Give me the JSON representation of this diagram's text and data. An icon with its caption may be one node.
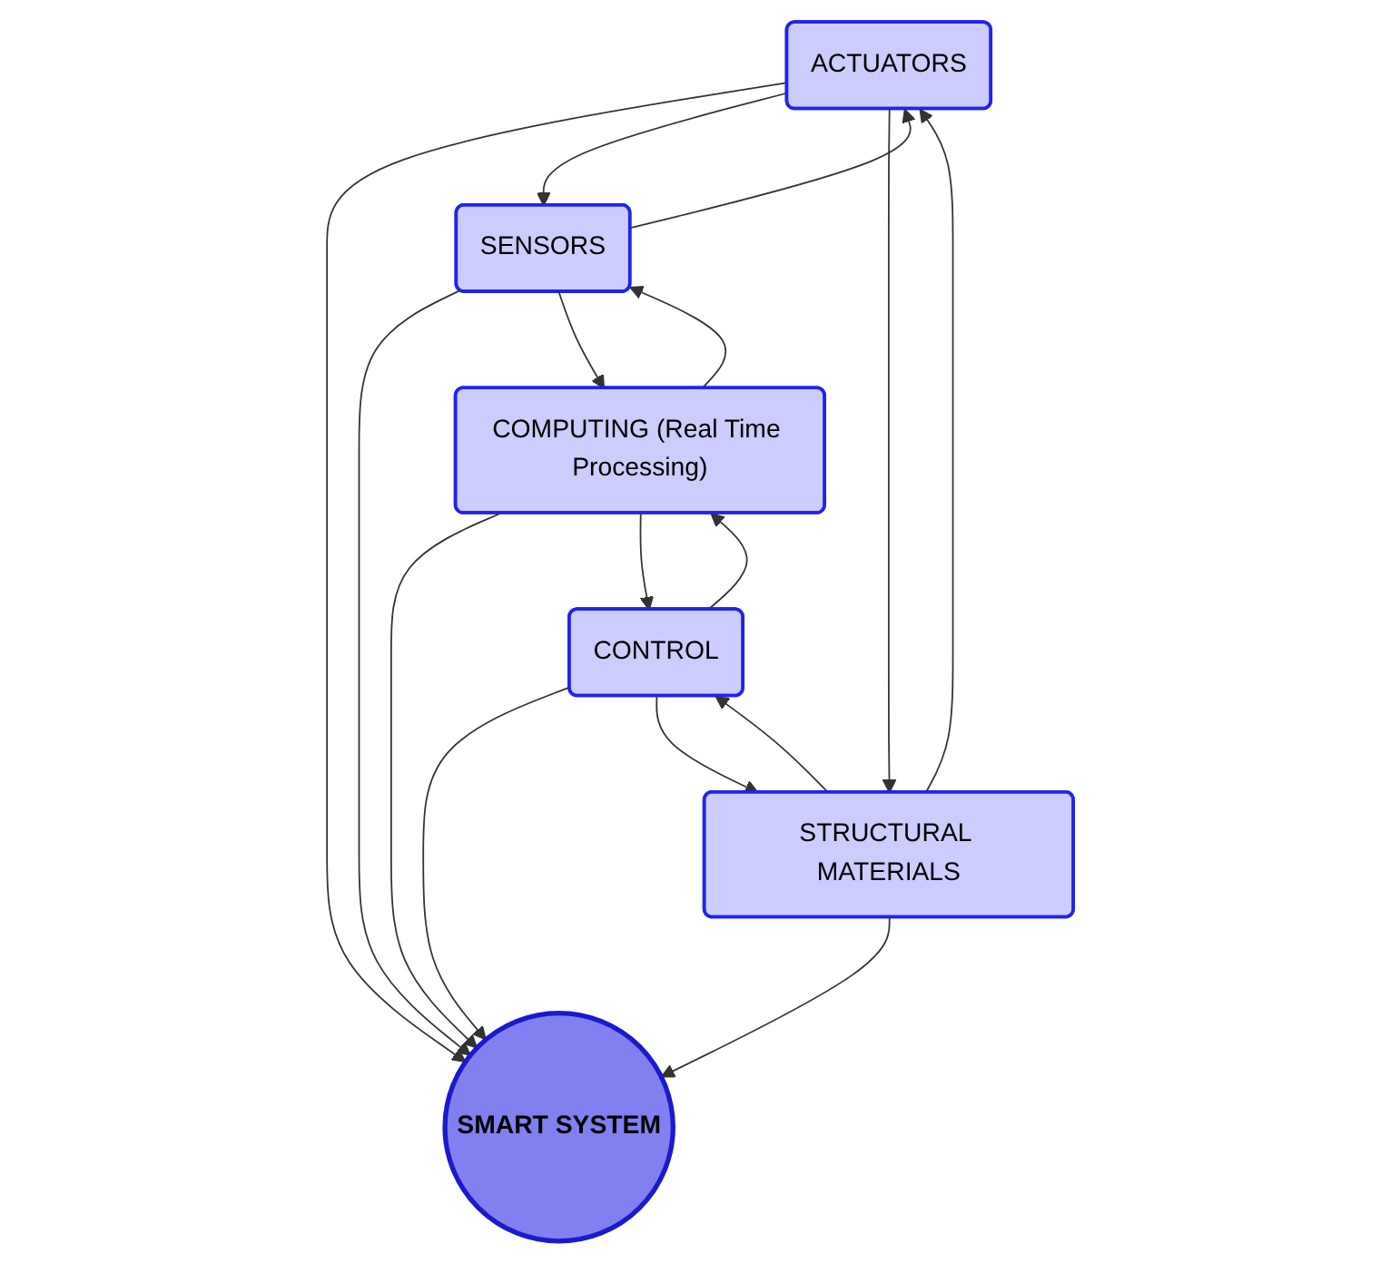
{
  "diagram": {
    "nodes": [
      {
        "text": [
          "ACTUATORS"
        ]
      },
      {
        "text": [
          "SENSORS"
        ]
      },
      {
        "text": [
          "SMART SYSTEM"
        ]
      },
      {
        "text": [
          "STRUCTURAL MATERIALS"
        ]
      },
      {
        "text": [
          "COMPUTING (Real Time Processing)"
        ]
      },
      {
        "text": [
          "CONTROL"
        ]
      }
    ],
    "edges": [
      {
        "from": 0,
        "to": 2,
        "arrow": "to"
      },
      {
        "from": 1,
        "to": 2,
        "arrow": "to"
      },
      {
        "from": 3,
        "to": 2,
        "arrow": "to"
      },
      {
        "from": 4,
        "to": 2,
        "arrow": "to"
      },
      {
        "from": 5,
        "to": 2,
        "arrow": "to"
      },
      {
        "from": 0,
        "to": 1,
        "arrow": "to"
      },
      {
        "from": 1,
        "to": 0,
        "arrow": "to"
      },
      {
        "from": 1,
        "to": 4,
        "arrow": "to"
      },
      {
        "from": 4,
        "to": 1,
        "arrow": "to"
      },
      {
        "from": 4,
        "to": 5,
        "arrow": "to"
      },
      {
        "from": 5,
        "to": 4,
        "arrow": "to"
      },
      {
        "from": 5,
        "to": 3,
        "arrow": "to"
      },
      {
        "from": 3,
        "to": 5,
        "arrow": "to"
      },
      {
        "from": 3,
        "to": 0,
        "arrow": "to"
      },
      {
        "from": 0,
        "to": 3,
        "arrow": "to"
      }
    ]
  }
}
